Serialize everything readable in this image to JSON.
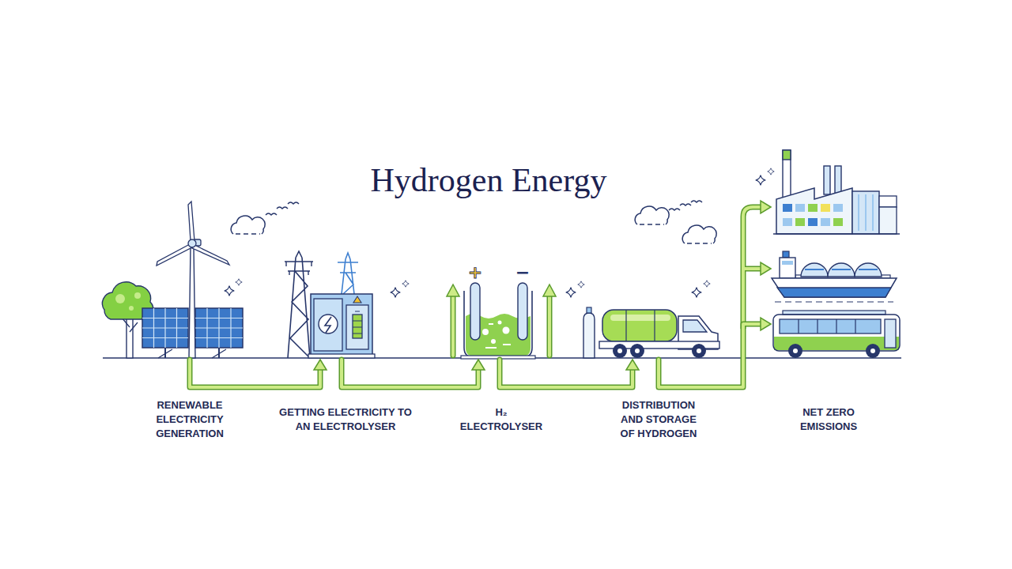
{
  "diagram": {
    "title": "Hydrogen Energy",
    "nodes": [
      {
        "text": [
          "RENEWABLE ELECTRICITY GENERATION"
        ]
      },
      {
        "text": [
          "GETTING ELECTRICITY TO AN ELECTROLYSER"
        ]
      },
      {
        "text": [
          "H₂ ELECTROLYSER"
        ]
      },
      {
        "text": [
          "DISTRIBUTION AND STORAGE OF HYDROGEN"
        ]
      },
      {
        "text": [
          "NET ZERO EMISSIONS"
        ]
      }
    ],
    "edges": [
      {
        "from": 0,
        "to": 1,
        "arrow": "to"
      },
      {
        "from": 1,
        "to": 2,
        "arrow": "to"
      },
      {
        "from": 2,
        "to": 3,
        "arrow": "to"
      },
      {
        "from": 3,
        "to": 4,
        "arrow": "to"
      }
    ],
    "labels": [
      "+",
      "−"
    ]
  }
}
